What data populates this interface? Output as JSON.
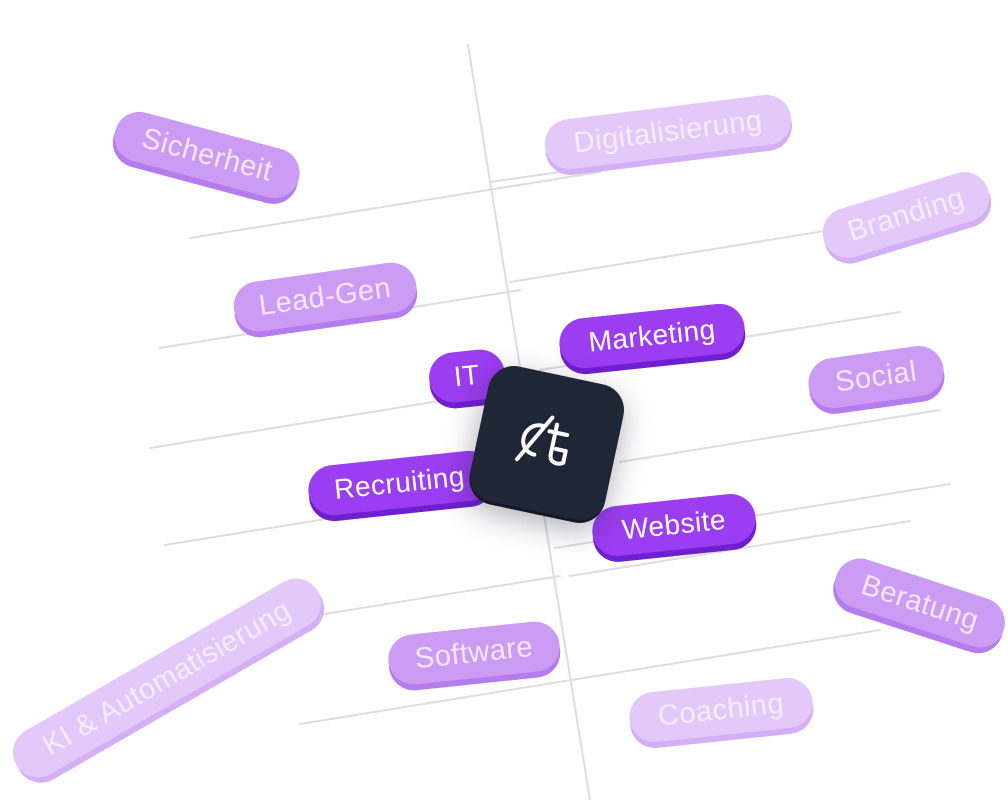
{
  "center_logo": {
    "icon": "monogram-logo-icon",
    "background": "#1f2736"
  },
  "colors": {
    "strong": "#9b3df0",
    "medium": "#cc9cf5",
    "faint": "#e2c9fa",
    "grid_line": "#dcdde3"
  },
  "tags": {
    "sicherheit": "Sicherheit",
    "digitalisierung": "Digitalisierung",
    "branding": "Branding",
    "lead_gen": "Lead-Gen",
    "marketing": "Marketing",
    "it": "IT",
    "social": "Social",
    "recruiting": "Recruiting",
    "website": "Website",
    "beratung": "Beratung",
    "ki_automatisierung": "KI & Automatisierung",
    "software": "Software",
    "coaching": "Coaching"
  }
}
